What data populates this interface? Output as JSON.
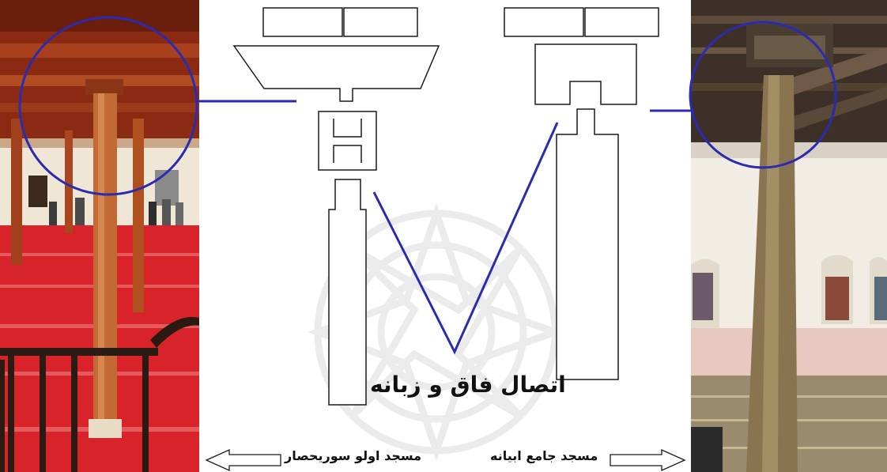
{
  "diagram": {
    "joint_label": "اتصال فاق و زبانه",
    "left_caption": "مسجد اولو سوریحصار",
    "right_caption": "مسجد جامع ابیانه"
  },
  "colors": {
    "connector": "#2b2bb0",
    "outline": "#1a1a1a",
    "left_photo_floor": "#d8232a",
    "right_photo_wall": "#f1ece4"
  }
}
